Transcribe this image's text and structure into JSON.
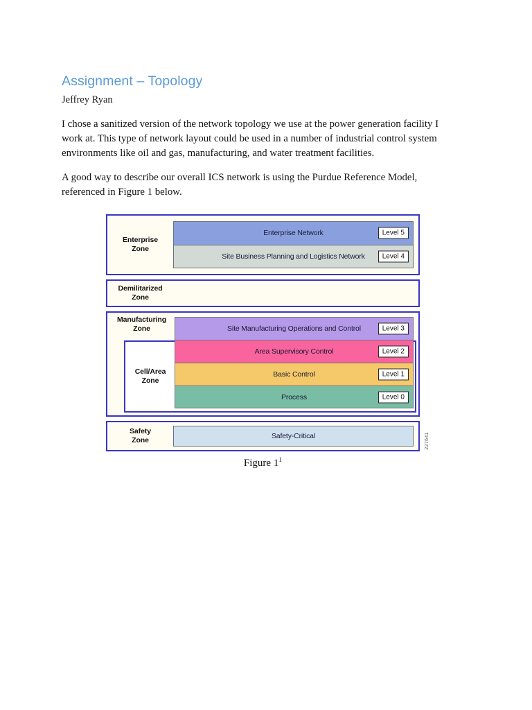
{
  "document": {
    "title": "Assignment – Topology",
    "byline": "Jeffrey Ryan",
    "paragraphs": [
      "I chose a sanitized version of the network topology we use at the power generation facility I work at. This type of network layout could be used in a number of industrial control system environments like oil and gas, manufacturing, and water treatment facilities.",
      "A good way to describe our overall ICS network is using the Purdue Reference Model, referenced in Figure 1 below."
    ]
  },
  "figure": {
    "caption": "Figure 1",
    "caption_footnote": "1",
    "watermark": "227641",
    "colors": {
      "zone_border": "#3a35c4",
      "zone_background": "#fffdf2",
      "band_border": "#6e7277",
      "heading": "#5b9bd5",
      "level5": "#8a9fde",
      "level4": "#d3d9d4",
      "level3": "#b49ae8",
      "level2": "#f9639e",
      "level1": "#f5c96a",
      "level0": "#79bda5",
      "safety": "#cfe0ef"
    },
    "zones": {
      "enterprise": {
        "label": "Enterprise\nZone",
        "label_line1": "Enterprise",
        "label_line2": "Zone",
        "bands": [
          {
            "text": "Enterprise Network",
            "level": "Level 5",
            "color": "#8a9fde"
          },
          {
            "text": "Site Business Planning and Logistics Network",
            "level": "Level 4",
            "color": "#d3d9d4"
          }
        ]
      },
      "dmz": {
        "label_line1": "Demilitarized",
        "label_line2": "Zone",
        "bands": []
      },
      "manufacturing": {
        "label_line1": "Manufacturing",
        "label_line2": "Zone",
        "bands": [
          {
            "text": "Site Manufacturing Operations and Control",
            "level": "Level 3",
            "color": "#b49ae8"
          },
          {
            "text": "Area Supervisory Control",
            "level": "Level 2",
            "color": "#f9639e"
          },
          {
            "text": "Basic Control",
            "level": "Level 1",
            "color": "#f5c96a"
          },
          {
            "text": "Process",
            "level": "Level 0",
            "color": "#79bda5"
          }
        ],
        "inner_zone": {
          "label_line1": "Cell/Area",
          "label_line2": "Zone"
        }
      },
      "safety": {
        "label_line1": "Safety",
        "label_line2": "Zone",
        "bands": [
          {
            "text": "Safety-Critical",
            "level": "",
            "color": "#cfe0ef"
          }
        ]
      }
    }
  }
}
